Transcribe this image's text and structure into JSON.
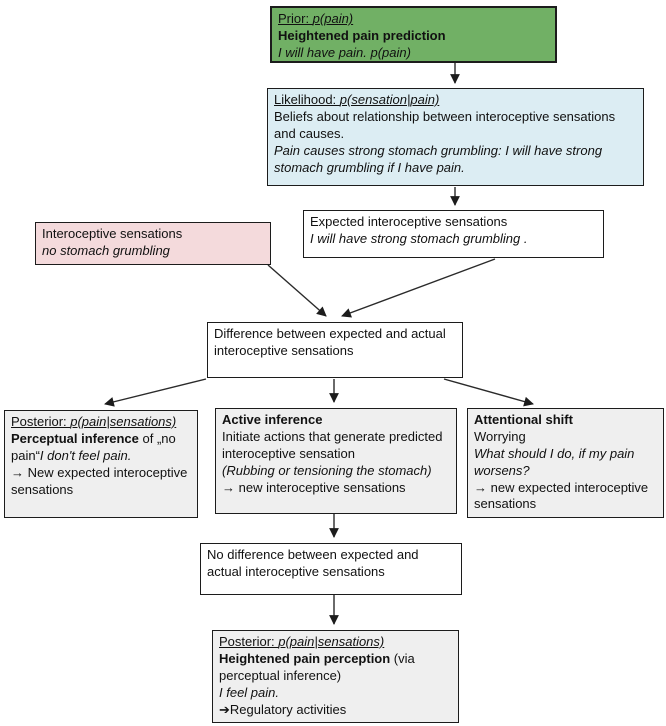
{
  "diagram": {
    "prior_box": {
      "title_label": "Prior: ",
      "title_formula": "p(pain)",
      "bold_line": "Heightened pain prediction",
      "italic_line": "I will have pain. p(pain)"
    },
    "likelihood_box": {
      "title_label": "Likelihood: ",
      "title_formula": "p(sensation|pain)",
      "body_line": "Beliefs about relationship between interoceptive sensations and causes.",
      "italic_line": "Pain causes strong stomach grumbling: I will have strong stomach grumbling if I have pain."
    },
    "interoceptive_box": {
      "body_line": "Interoceptive sensations",
      "italic_line": "no stomach grumbling"
    },
    "expected_box": {
      "body_line": "Expected interoceptive sensations",
      "italic_line": "I will have strong stomach grumbling ."
    },
    "difference_box": {
      "text": "Difference between expected and actual interoceptive sensations"
    },
    "posterior_left_box": {
      "title_label": "Posterior: ",
      "title_formula": "p(pain|sensations)",
      "bold_segment": "Perceptual inference",
      "regular_segment": " of „no pain“",
      "italic_segment": "I don't feel pain.",
      "arrow_line": "→ New expected interoceptive sensations"
    },
    "active_inference_box": {
      "bold_line": "Active inference",
      "body_line": "Initiate actions that generate predicted interoceptive sensation",
      "italic_line": "(Rubbing or tensioning the stomach)",
      "arrow_line": "→ new interoceptive sensations"
    },
    "attentional_box": {
      "bold_line": "Attentional shift",
      "body_line": "Worrying",
      "italic_line": "What should I do, if my pain worsens?",
      "arrow_line": "→ new expected interoceptive sensations"
    },
    "no_difference_box": {
      "text": "No difference between expected and actual interoceptive sensations"
    },
    "posterior_bottom_box": {
      "title_label": "Posterior: ",
      "title_formula": "p(pain|sensations)",
      "bold_segment": "Heightened pain perception",
      "regular_segment": " (via perceptual inference)",
      "italic_line": "I feel pain.",
      "arrow_line": "➔Regulatory activities"
    },
    "colors": {
      "prior_green": "#71b065",
      "likelihood_blue": "#dcedf3",
      "interoceptive_pink": "#f4dadc",
      "neutral_gray": "#efefef",
      "border": "#1c1c1c",
      "arrow": "#2a2a2a"
    }
  }
}
